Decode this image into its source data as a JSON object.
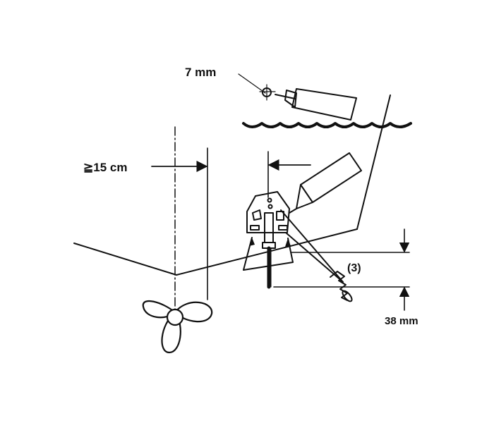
{
  "labels": {
    "drill_size": "7 mm",
    "min_distance": "≧15 cm",
    "screws_callout": "(3)",
    "depth": "38 mm"
  },
  "colors": {
    "ink": "#111111",
    "background": "#ffffff"
  },
  "icons": [
    "drill-icon",
    "water-surface-icon",
    "sealant-tube-icon",
    "transducer-icon",
    "screw-icon",
    "propeller-icon"
  ]
}
